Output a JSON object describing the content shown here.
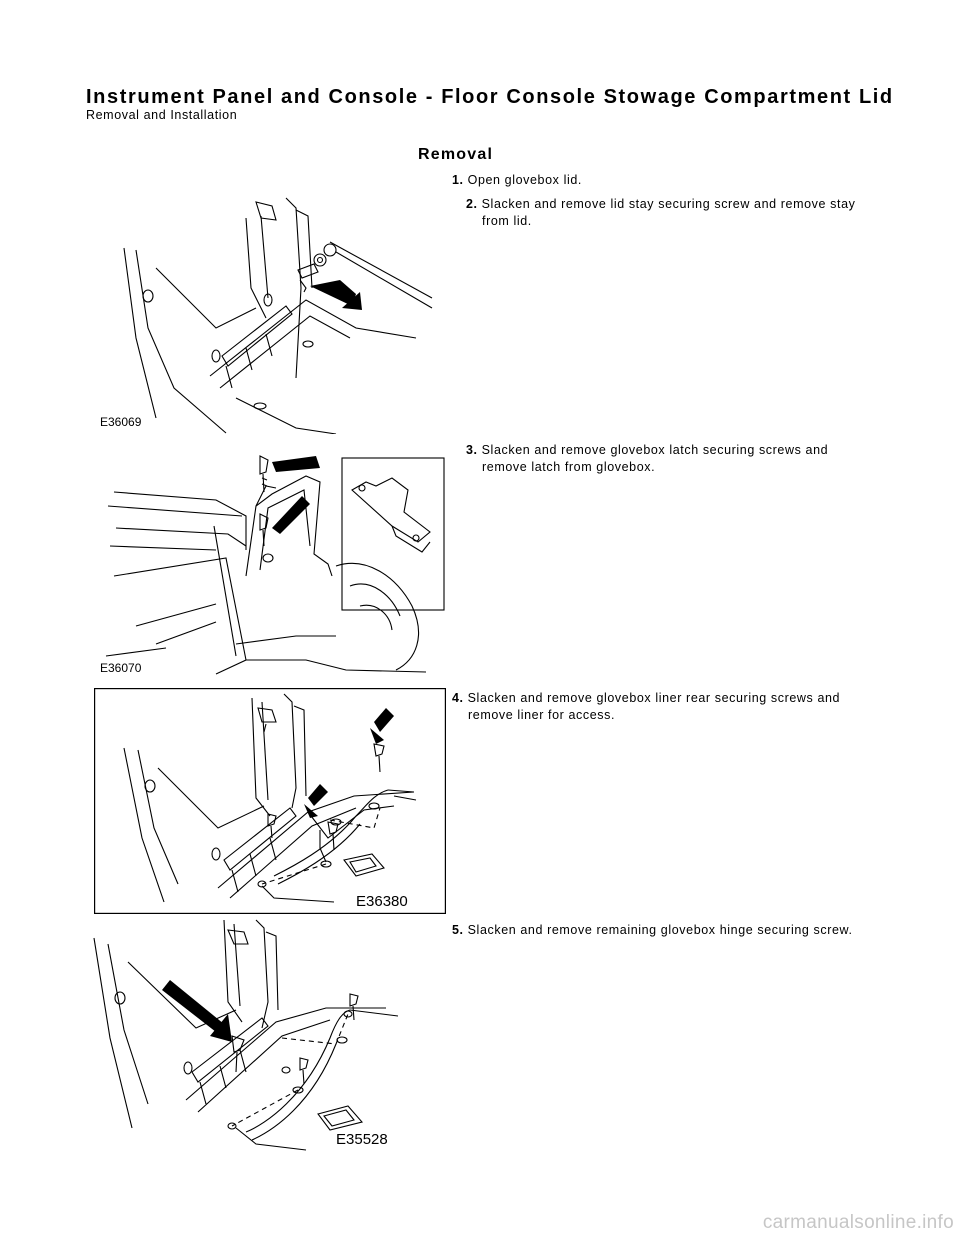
{
  "page": {
    "title": "Instrument Panel and Console - Floor Console Stowage Compartment Lid",
    "subtitle": "Removal and Installation",
    "section": "Removal"
  },
  "steps": [
    {
      "num": "1.",
      "text": "Open glovebox lid.",
      "cont": ""
    },
    {
      "num": "2.",
      "text": "Slacken and remove lid stay securing screw and remove stay",
      "cont": "from lid."
    },
    {
      "num": "3.",
      "text": "Slacken and remove glovebox latch securing screws and",
      "cont": "remove latch from glovebox."
    },
    {
      "num": "4.",
      "text": "Slacken and remove glovebox liner rear securing screws and",
      "cont": "remove liner for access."
    },
    {
      "num": "5.",
      "text": "Slacken and remove remaining glovebox hinge securing screw.",
      "cont": ""
    }
  ],
  "figures": [
    {
      "label": "E36069"
    },
    {
      "label": "E36070"
    },
    {
      "label": "E36380"
    },
    {
      "label": "E35528"
    }
  ],
  "watermark": "carmanualsonline.info"
}
